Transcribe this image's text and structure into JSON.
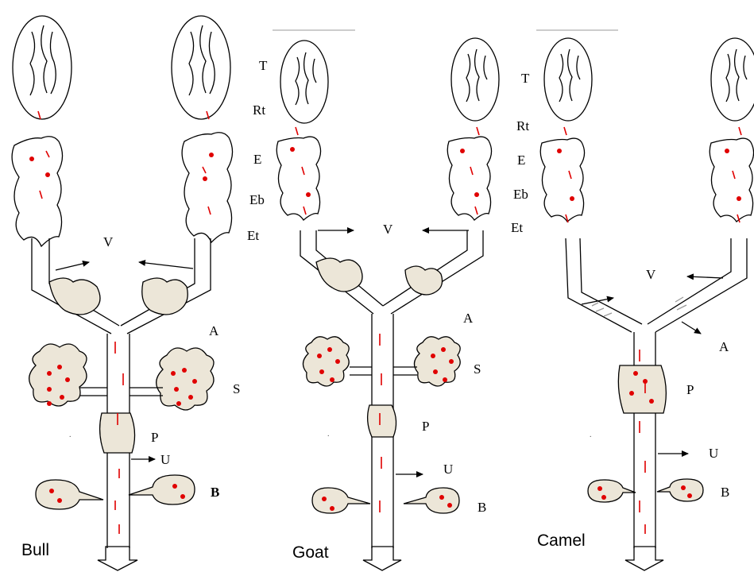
{
  "panels": [
    {
      "animal": "Bull",
      "labels": {
        "V": "V",
        "A": "A",
        "S": "S",
        "P": "P",
        "U": "U",
        "B": "B"
      }
    },
    {
      "animal": "Goat",
      "labels": {
        "T": "T",
        "Rt": "Rt",
        "E": "E",
        "Eb": "Eb",
        "Et": "Et",
        "V": "V",
        "A": "A",
        "S": "S",
        "P": "P",
        "U": "U",
        "B": "B"
      }
    },
    {
      "animal": "Camel",
      "labels": {
        "T": "T",
        "Rt": "Rt",
        "E": "E",
        "Eb": "Eb",
        "Et": "Et",
        "V": "V",
        "A": "A",
        "P": "P",
        "U": "U",
        "B": "B"
      }
    }
  ],
  "colors": {
    "outline": "#000000",
    "gland_fill": "#ece6d8",
    "accent_red": "#e00000",
    "shade": "#9a9a9a",
    "divider": "#bbbbbb"
  }
}
